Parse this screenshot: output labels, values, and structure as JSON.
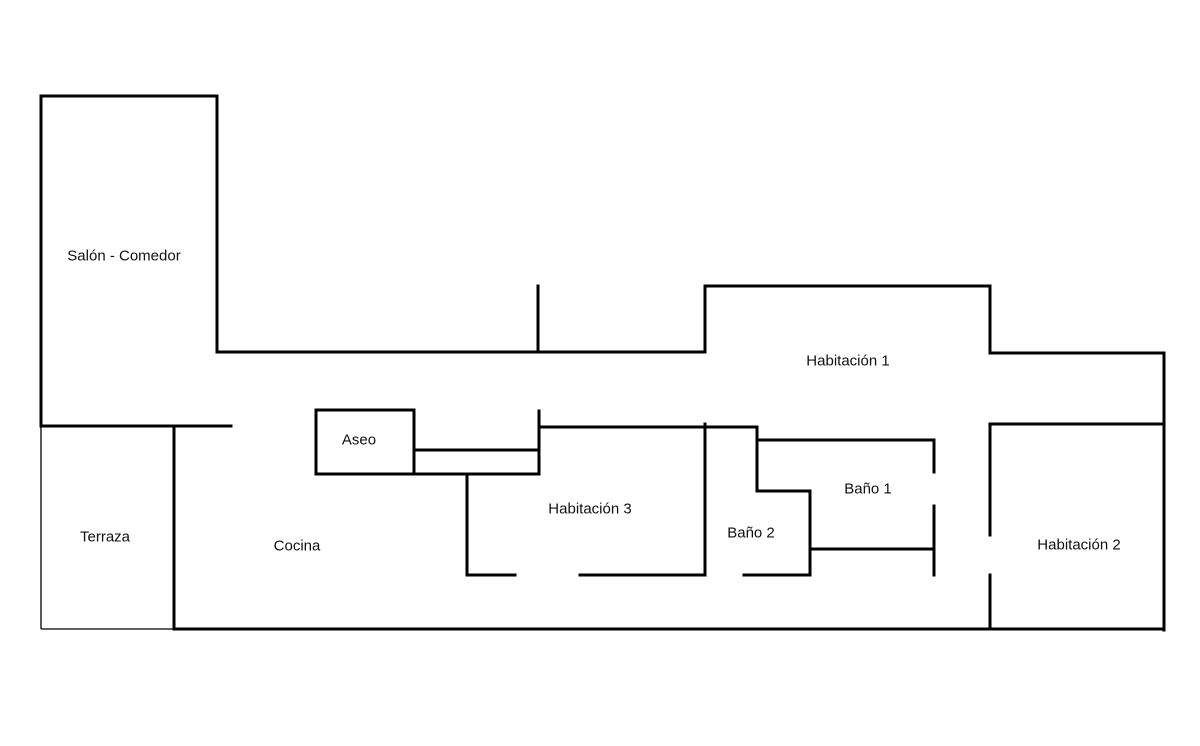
{
  "rooms": {
    "salon_comedor": "Salón - Comedor",
    "terraza": "Terraza",
    "cocina": "Cocina",
    "aseo": "Aseo",
    "habitacion_1": "Habitación 1",
    "habitacion_2": "Habitación 2",
    "habitacion_3": "Habitación 3",
    "bano_1": "Baño 1",
    "bano_2": "Baño 2"
  },
  "colors": {
    "wall": "#000000",
    "background": "#ffffff"
  }
}
